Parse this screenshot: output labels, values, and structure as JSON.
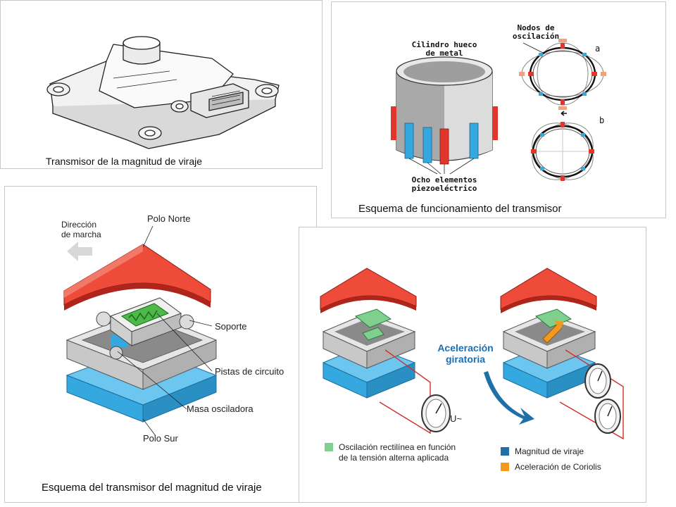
{
  "panels": {
    "p1": {
      "caption": "Transmisor de la magnitud de viraje"
    },
    "p2": {
      "caption": "Esquema de funcionamiento del transmisor",
      "cylinder_label_l1": "Cilindro hueco",
      "cylinder_label_l2": "de metal",
      "nodes_label_l1": "Nodos de",
      "nodes_label_l2": "oscilación",
      "mode_a": "a",
      "mode_b": "b",
      "piezo_label_l1": "Ocho elementos",
      "piezo_label_l2": "piezoeléctrico"
    },
    "p3": {
      "caption": "Esquema del transmisor del magnitud de viraje",
      "direction_l1": "Dirección",
      "direction_l2": "de marcha",
      "north_pole": "Polo Norte",
      "support": "Soporte",
      "circuit_tracks": "Pistas de circuito",
      "oscillating_mass": "Masa osciladora",
      "south_pole": "Polo Sur"
    },
    "p4": {
      "voltage": "U~",
      "rotary_accel_l1": "Aceleración",
      "rotary_accel_l2": "giratoria",
      "legend_osc_l1": "Oscilación rectilínea en función",
      "legend_osc_l2": "de la tensión alterna aplicada",
      "legend_yaw": "Magnitud de viraje",
      "legend_coriolis": "Aceleración de Coriolis"
    }
  },
  "colors": {
    "pole_red": "#e2362a",
    "pole_blue": "#35a8e0",
    "osc_green": "#7fcf8f",
    "yaw_blue": "#1f6fa8",
    "coriolis_orange": "#f39a1e",
    "accel_text_blue": "#1a6fb5"
  }
}
